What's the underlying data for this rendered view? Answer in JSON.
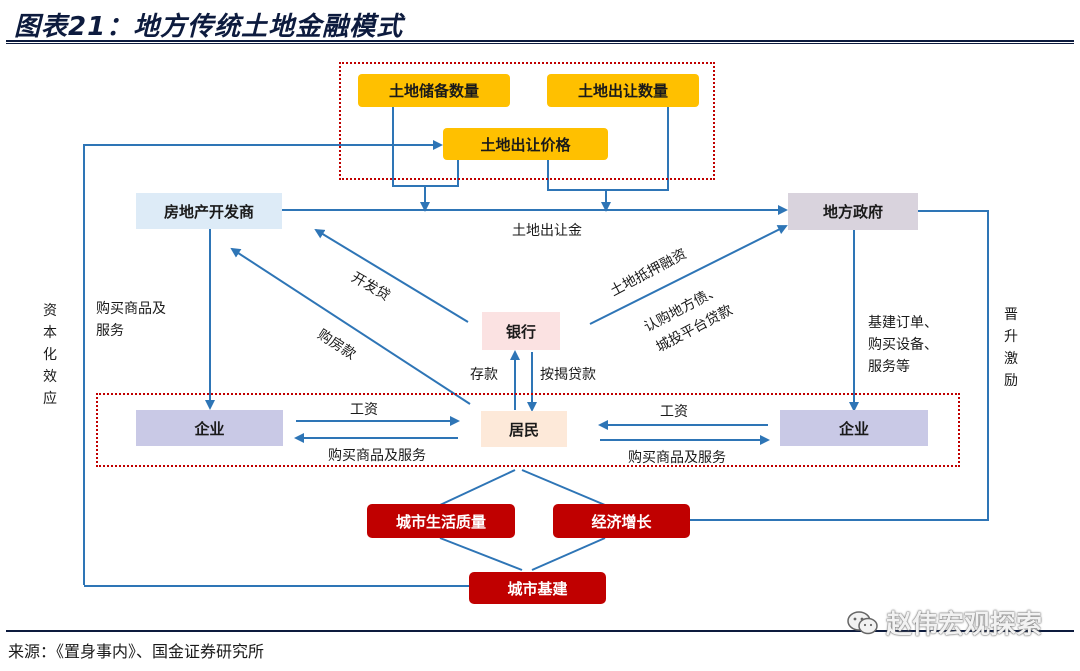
{
  "title": "图表21：地方传统土地金融模式",
  "nodes": {
    "land_reserve": "土地储备数量",
    "land_transfer_qty": "土地出让数量",
    "land_price": "土地出让价格",
    "developer": "房地产开发商",
    "local_gov": "地方政府",
    "bank": "银行",
    "enterprise_left": "企业",
    "residents": "居民",
    "enterprise_right": "企业",
    "city_life": "城市生活质量",
    "econ_growth": "经济增长",
    "city_infra": "城市基建"
  },
  "labels": {
    "land_revenue": "土地出让金",
    "dev_loan": "开发贷",
    "mortgage": "购房款",
    "land_pledge": "土地抵押融资",
    "bond_line1": "认购地方债、",
    "bond_line2": "城投平台贷款",
    "deposit": "存款",
    "mortgage_loan": "按揭贷款",
    "buy_goods_left1": "购买商品及",
    "buy_goods_left2": "服务",
    "wage_left": "工资",
    "buy_goods_bottom_left": "购买商品及服务",
    "wage_right": "工资",
    "buy_goods_bottom_right": "购买商品及服务",
    "infra_orders1": "基建订单、",
    "infra_orders2": "购买设备、",
    "infra_orders3": "服务等",
    "capital_effect": "资本化效应",
    "promotion": "晋升激励"
  },
  "source": "来源：《置身事内》、国金证券研究所",
  "watermark": "赵伟宏观探索",
  "colors": {
    "gold": "#ffc000",
    "arrow": "#2e75b6",
    "red": "#c00000",
    "navy": "#0d1b3e"
  }
}
